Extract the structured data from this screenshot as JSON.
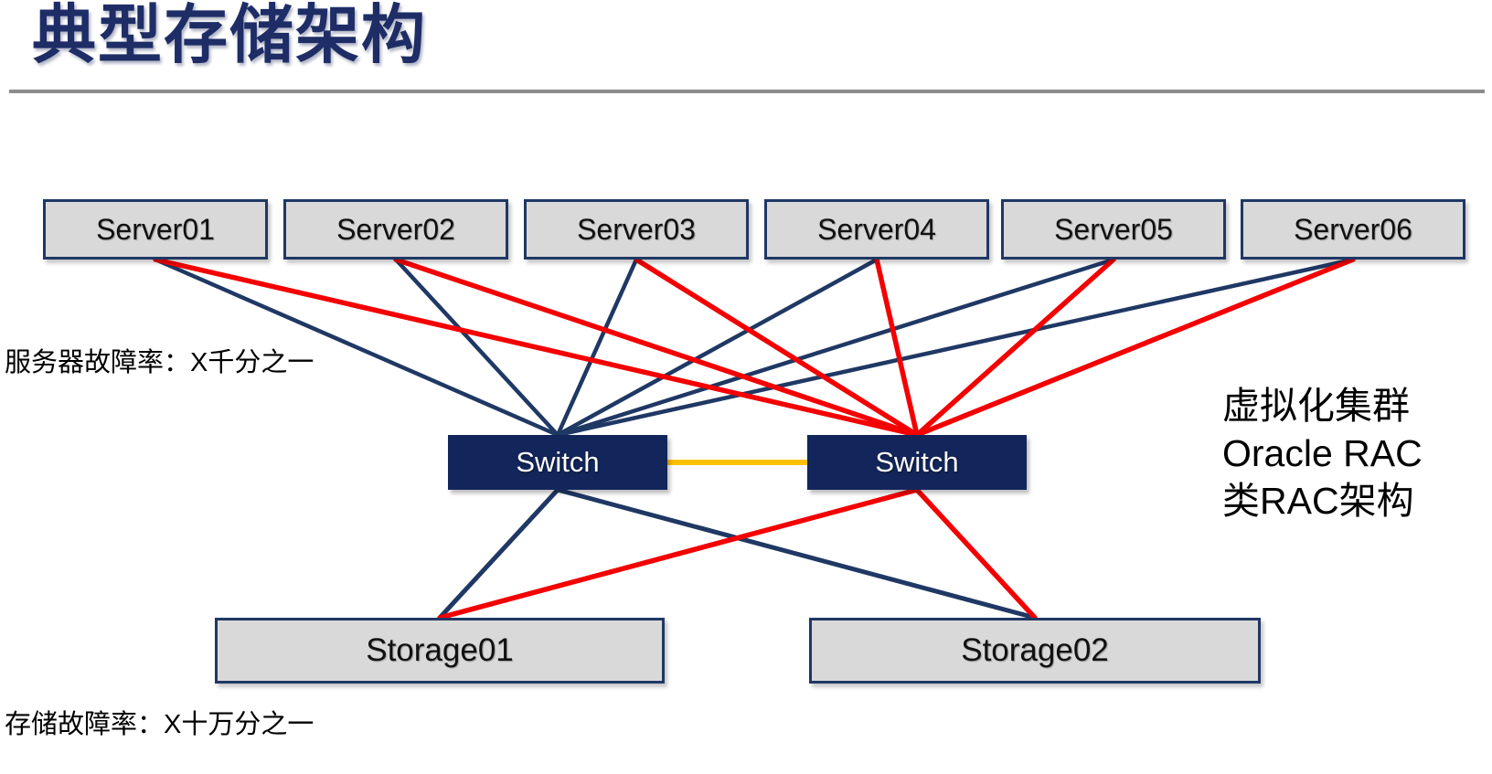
{
  "slide": {
    "title": "典型存储架构",
    "annotations": {
      "server_failure_rate": "服务器故障率：X千分之一",
      "storage_failure_rate": "存储故障率：X十万分之一",
      "cluster_note": [
        "虚拟化集群",
        "Oracle RAC",
        "类RAC架构"
      ]
    }
  },
  "nodes": {
    "servers": [
      {
        "id": "server01",
        "label": "Server01"
      },
      {
        "id": "server02",
        "label": "Server02"
      },
      {
        "id": "server03",
        "label": "Server03"
      },
      {
        "id": "server04",
        "label": "Server04"
      },
      {
        "id": "server05",
        "label": "Server05"
      },
      {
        "id": "server06",
        "label": "Server06"
      }
    ],
    "switches": [
      {
        "id": "switch-left",
        "label": "Switch"
      },
      {
        "id": "switch-right",
        "label": "Switch"
      }
    ],
    "storages": [
      {
        "id": "storage01",
        "label": "Storage01"
      },
      {
        "id": "storage02",
        "label": "Storage02"
      }
    ]
  },
  "colors": {
    "navy": "#1f3864",
    "red": "#f40000",
    "orange": "#ffc000",
    "box_fill": "#d9d9d9",
    "switch_fill": "#13265c",
    "title": "#1e2d66",
    "divider": "#8c8c8c"
  },
  "edges": [
    {
      "from": "server01",
      "fromAnchor": "bottom",
      "to": "switch-left",
      "toAnchor": "top",
      "color": "navy",
      "width": 4.5
    },
    {
      "from": "server02",
      "fromAnchor": "bottom",
      "to": "switch-left",
      "toAnchor": "top",
      "color": "navy",
      "width": 4.5
    },
    {
      "from": "server03",
      "fromAnchor": "bottom",
      "to": "switch-left",
      "toAnchor": "top",
      "color": "navy",
      "width": 4.5
    },
    {
      "from": "server04",
      "fromAnchor": "bottom",
      "to": "switch-left",
      "toAnchor": "top",
      "color": "navy",
      "width": 4.5
    },
    {
      "from": "server05",
      "fromAnchor": "bottom",
      "to": "switch-left",
      "toAnchor": "top",
      "color": "navy",
      "width": 4.5
    },
    {
      "from": "server06",
      "fromAnchor": "bottom",
      "to": "switch-left",
      "toAnchor": "top",
      "color": "navy",
      "width": 4.5
    },
    {
      "from": "switch-left",
      "fromAnchor": "bottom",
      "to": "storage01",
      "toAnchor": "top",
      "color": "navy",
      "width": 5
    },
    {
      "from": "switch-left",
      "fromAnchor": "bottom",
      "to": "storage02",
      "toAnchor": "top",
      "color": "navy",
      "width": 5
    },
    {
      "from": "server01",
      "fromAnchor": "bottom",
      "to": "switch-right",
      "toAnchor": "top",
      "color": "red",
      "width": 5.5
    },
    {
      "from": "server02",
      "fromAnchor": "bottom",
      "to": "switch-right",
      "toAnchor": "top",
      "color": "red",
      "width": 5.5
    },
    {
      "from": "server03",
      "fromAnchor": "bottom",
      "to": "switch-right",
      "toAnchor": "top",
      "color": "red",
      "width": 5.5
    },
    {
      "from": "server04",
      "fromAnchor": "bottom",
      "to": "switch-right",
      "toAnchor": "top",
      "color": "red",
      "width": 5.5
    },
    {
      "from": "server05",
      "fromAnchor": "bottom",
      "to": "switch-right",
      "toAnchor": "top",
      "color": "red",
      "width": 5.5
    },
    {
      "from": "server06",
      "fromAnchor": "bottom",
      "to": "switch-right",
      "toAnchor": "top",
      "color": "red",
      "width": 5.5
    },
    {
      "from": "switch-right",
      "fromAnchor": "bottom",
      "to": "storage01",
      "toAnchor": "top",
      "color": "red",
      "width": 5.5
    },
    {
      "from": "switch-right",
      "fromAnchor": "bottom",
      "to": "storage02",
      "toAnchor": "top",
      "color": "red",
      "width": 5.5
    },
    {
      "from": "switch-left",
      "fromAnchor": "right",
      "to": "switch-right",
      "toAnchor": "left",
      "color": "orange",
      "width": 6
    }
  ]
}
